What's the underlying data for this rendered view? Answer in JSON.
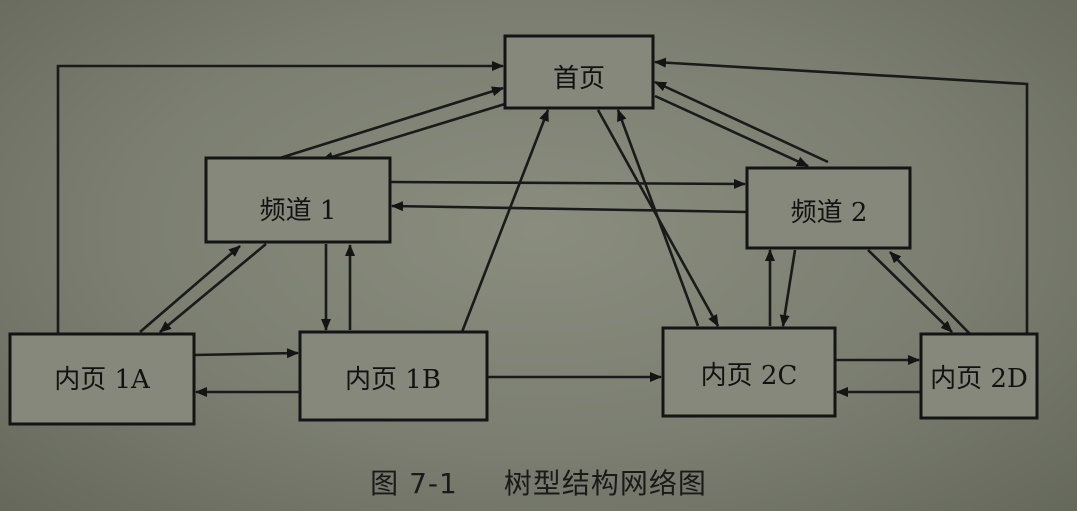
{
  "nodes": {
    "home": "首页",
    "channel1": "频道 1",
    "channel2": "频道 2",
    "page1a": "内页 1A",
    "page1b": "内页 1B",
    "page2c": "内页 2C",
    "page2d": "内页 2D"
  },
  "caption": {
    "number": "图 7-1",
    "title": "树型结构网络图"
  }
}
